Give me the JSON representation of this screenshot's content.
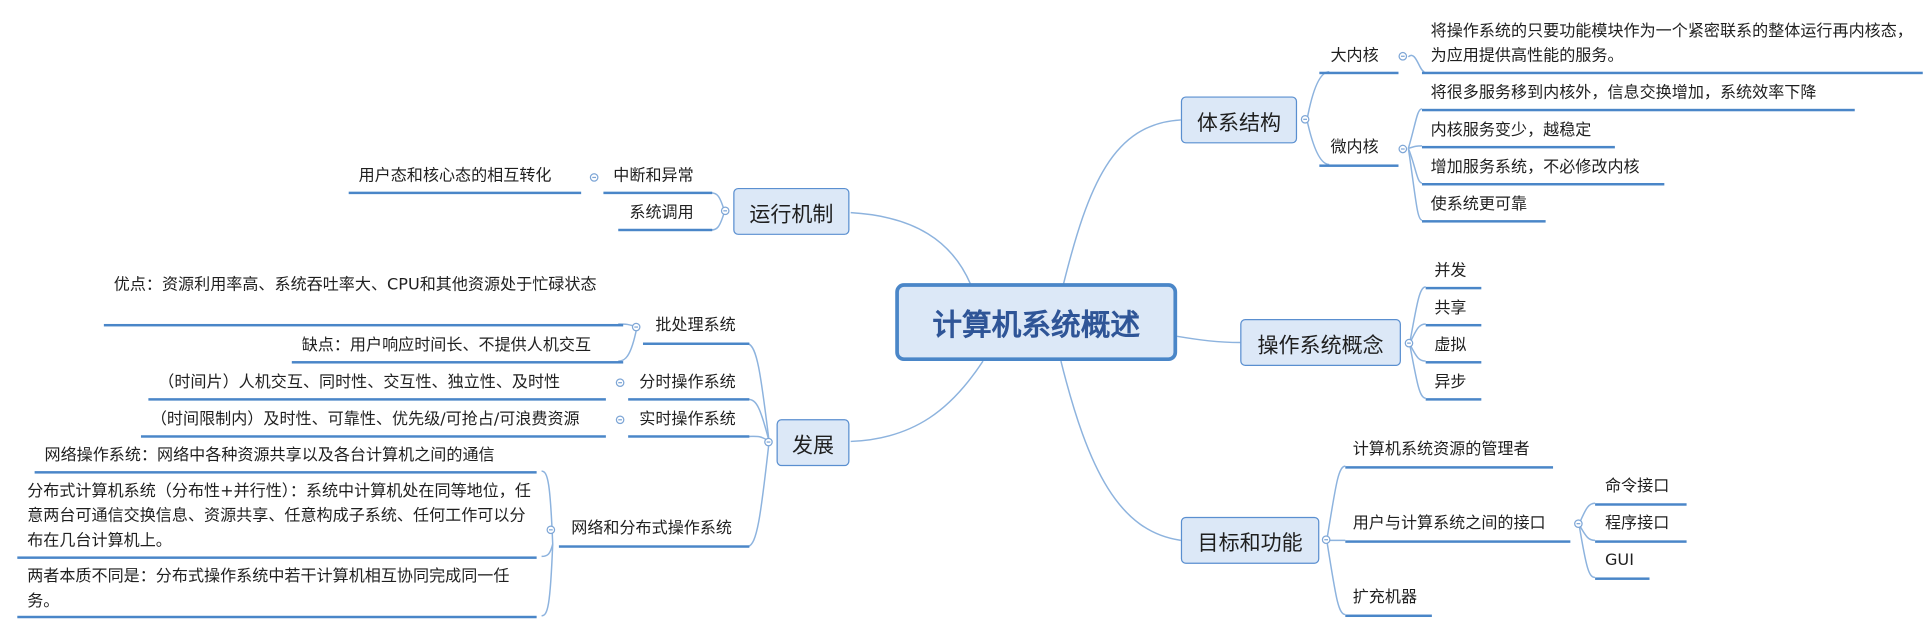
{
  "root": "计算机系统概述",
  "right": {
    "arch": {
      "label": "体系结构",
      "big_kernel": {
        "label": "大内核",
        "desc": "将操作系统的只要功能模块作为一个紧密联系的整体运行再内核态，为应用提供高性能的服务。"
      },
      "micro_kernel": {
        "label": "微内核",
        "items": [
          "将很多服务移到内核外，信息交换增加，系统效率下降",
          "内核服务变少，越稳定",
          "增加服务系统，不必修改内核",
          "使系统更可靠"
        ]
      }
    },
    "concept": {
      "label": "操作系统概念",
      "items": [
        "并发",
        "共享",
        "虚拟",
        "异步"
      ]
    },
    "goal": {
      "label": "目标和功能",
      "manager": "计算机系统资源的管理者",
      "interface": {
        "label": "用户与计算系统之间的接口",
        "items": [
          "命令接口",
          "程序接口",
          "GUI"
        ]
      },
      "extend": "扩充机器"
    }
  },
  "left": {
    "mechanism": {
      "label": "运行机制",
      "interrupt": {
        "label": "中断和异常",
        "desc": "用户态和核心态的相互转化"
      },
      "syscall": "系统调用"
    },
    "dev": {
      "label": "发展",
      "batch": {
        "label": "批处理系统",
        "pro": "优点：资源利用率高、系统吞吐率大、CPU和其他资源处于忙碌状态",
        "con": "缺点：用户响应时间长、不提供人机交互"
      },
      "timeshare": {
        "label": "分时操作系统",
        "desc": "（时间片）人机交互、同时性、交互性、独立性、及时性"
      },
      "realtime": {
        "label": "实时操作系统",
        "desc": "（时间限制内）及时性、可靠性、优先级/可抢占/可浪费资源"
      },
      "network": {
        "label": "网络和分布式操作系统",
        "net": "网络操作系统：网络中各种资源共享以及各台计算机之间的通信",
        "dist": "分布式计算机系统（分布性+并行性）：系统中计算机处在同等地位，任意两台可通信交换信息、资源共享、任意构成子系统、任何工作可以分布在几台计算机上。",
        "diff": "两者本质不同是：分布式操作系统中若干计算机相互协同完成同一任务。"
      }
    }
  },
  "colors": {
    "line": "#4a86c8",
    "node_fill": "#dce8f7",
    "node_border": "#5a8fd0",
    "root_text": "#2f5597"
  }
}
